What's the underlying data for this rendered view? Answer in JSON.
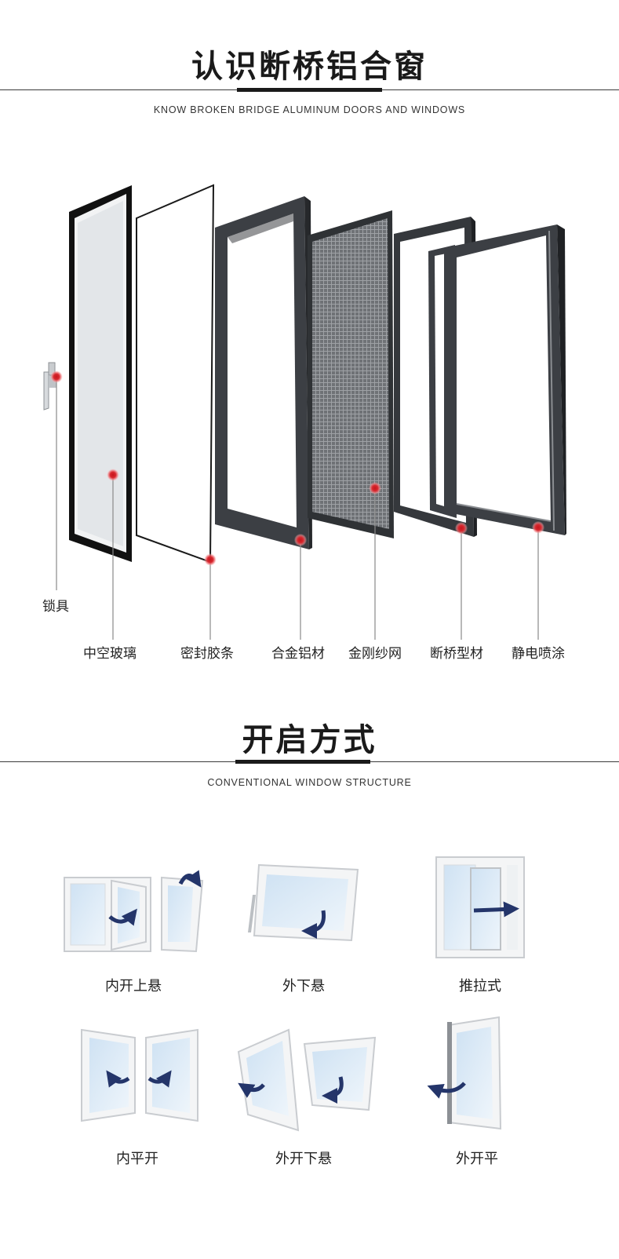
{
  "section1": {
    "title": "认识断桥铝合窗",
    "subtitle": "KNOW BROKEN BRIDGE ALUMINUM DOORS AND WINDOWS",
    "components": [
      {
        "label": "锁具"
      },
      {
        "label": "中空玻璃"
      },
      {
        "label": "密封胶条"
      },
      {
        "label": "合金铝材"
      },
      {
        "label": "金刚纱网"
      },
      {
        "label": "断桥型材"
      },
      {
        "label": "静电喷涂"
      }
    ],
    "marker_color": "#d9272e",
    "frame_color": "#3c3f44"
  },
  "section2": {
    "title": "开启方式",
    "subtitle": "CONVENTIONAL WINDOW STRUCTURE",
    "modes": [
      {
        "label": "内开上悬",
        "icon": "inward-top-hung-window-icon"
      },
      {
        "label": "外下悬",
        "icon": "outward-bottom-hung-window-icon"
      },
      {
        "label": "推拉式",
        "icon": "sliding-window-icon"
      },
      {
        "label": "内平开",
        "icon": "inward-casement-window-icon"
      },
      {
        "label": "外开下悬",
        "icon": "outward-open-bottom-hung-window-icon"
      },
      {
        "label": "外开平",
        "icon": "outward-casement-window-icon"
      }
    ],
    "arrow_color": "#24356a"
  }
}
